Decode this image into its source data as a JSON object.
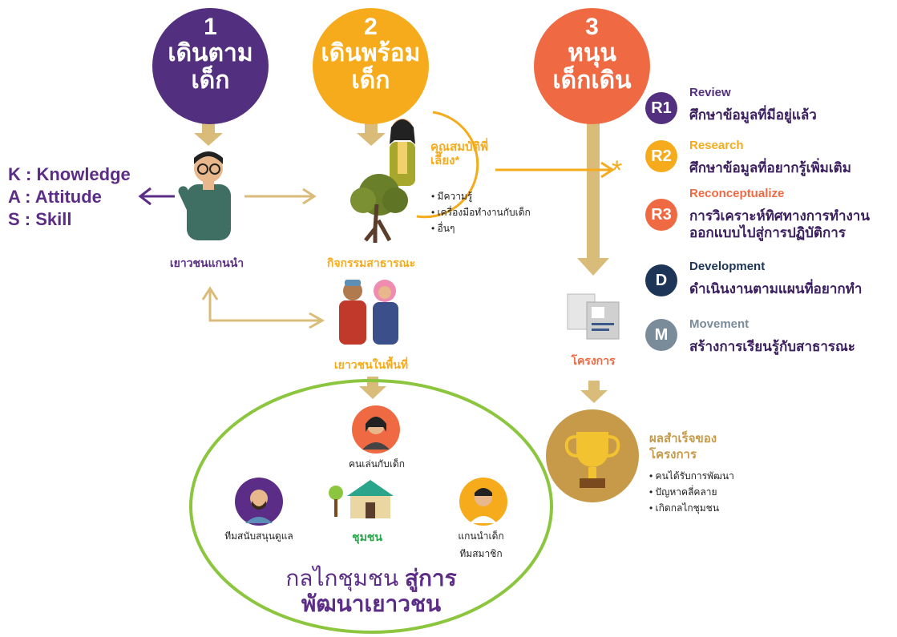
{
  "steps": [
    {
      "num": "1",
      "lines": [
        "เดินตาม",
        "เด็ก"
      ],
      "color": "#53307f"
    },
    {
      "num": "2",
      "lines": [
        "เดินพร้อม",
        "เด็ก"
      ],
      "color": "#f5ab1c"
    },
    {
      "num": "3",
      "lines": [
        "หนุน",
        "เด็กเดิน"
      ],
      "color": "#ef6a43"
    }
  ],
  "kas": [
    "K : Knowledge",
    "A : Attitude",
    "S : Skill"
  ],
  "labels": {
    "youth_leader": "เยาวชนแกนนำ",
    "public_activity": "กิจกรรมสาธารณะ",
    "local_youth": "เยาวชนในพื้นที่",
    "project": "โครงการ",
    "mentor": "คุณสมบัติพี่เลี้ยง*",
    "asterisk": "*"
  },
  "mentor_points": [
    "มีความรู้",
    "เครื่องมือทำงานกับเด็ก",
    "อื่นๆ"
  ],
  "r_items": [
    {
      "badge": "R1",
      "title": "Review",
      "text": "ศึกษาข้อมูลที่มีอยู่แล้ว",
      "color": "#53307f"
    },
    {
      "badge": "R2",
      "title": "Research",
      "text": "ศึกษาข้อมูลที่อยากรู้เพิ่มเติม",
      "color": "#f5ab1c"
    },
    {
      "badge": "R3",
      "title": "Reconceptualize",
      "text": "การวิเคราะห์ทิศทางการทำงาน ออกแบบไปสู่การปฏิบัติการ",
      "color": "#ef6a43"
    },
    {
      "badge": "D",
      "title": "Development",
      "text": "ดำเนินงานตามแผนที่อยากทำ",
      "color": "#1d3557"
    },
    {
      "badge": "M",
      "title": "Movement",
      "text": "สร้างการเรียนรู้กับสาธารณะ",
      "color": "#7a8b9a"
    }
  ],
  "success": {
    "title": "ผลสำเร็จของโครงการ",
    "points": [
      "คนได้รับการพัฒนา",
      "ปัญหาคลี่คลาย",
      "เกิดกลไกชุมชน"
    ]
  },
  "community": {
    "player": "คนเล่นกับเด็ก",
    "support_team": "ทีมสนับสนุนดูแล",
    "community": "ชุมชน",
    "youth_lead_line1": "แกนนำเด็ก",
    "youth_lead_line2": "ทีมสมาชิก",
    "mechanism_normal": "กลไกชุมชน ",
    "mechanism_bold": "สู่การ",
    "mechanism_line2": "พัฒนาเยาวชน"
  }
}
